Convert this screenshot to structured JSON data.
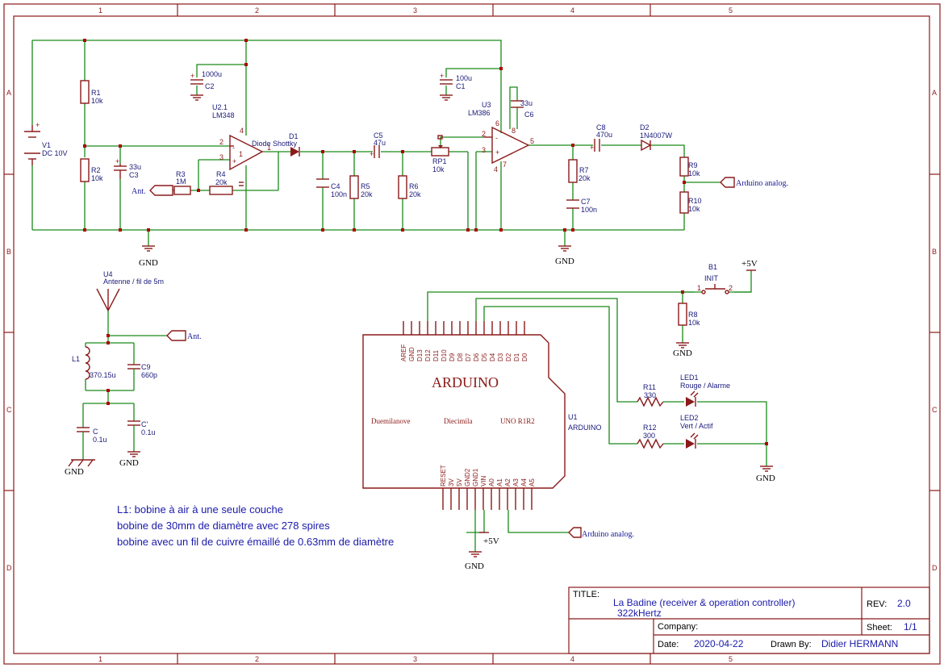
{
  "zones": {
    "columns": [
      "1",
      "2",
      "3",
      "4",
      "5"
    ],
    "rows": [
      "A",
      "B",
      "C",
      "D"
    ]
  },
  "components": {
    "v1": {
      "ref": "V1",
      "value": "DC 10V"
    },
    "r1": {
      "ref": "R1",
      "value": "10k"
    },
    "r2": {
      "ref": "R2",
      "value": "10k"
    },
    "c3": {
      "ref": "C3",
      "value": "33u"
    },
    "c2": {
      "ref": "C2",
      "value": "1000u"
    },
    "u21": {
      "ref": "U2.1",
      "value": "LM348"
    },
    "r3": {
      "ref": "R3",
      "value": "1M"
    },
    "r4": {
      "ref": "R4",
      "value": "20k"
    },
    "d1": {
      "ref": "D1",
      "value": "Diode Shottky"
    },
    "c5": {
      "ref": "C5",
      "value": "47u"
    },
    "c4": {
      "ref": "C4",
      "value": "100n"
    },
    "r5": {
      "ref": "R5",
      "value": "20k"
    },
    "r6": {
      "ref": "R6",
      "value": "20k"
    },
    "rp1": {
      "ref": "RP1",
      "value": "10k"
    },
    "c1": {
      "ref": "C1",
      "value": "100u"
    },
    "u3": {
      "ref": "U3",
      "value": "LM386"
    },
    "c6": {
      "ref": "C6",
      "value": "33u"
    },
    "c8": {
      "ref": "C8",
      "value": "470u"
    },
    "d2": {
      "ref": "D2",
      "value": "1N4007W"
    },
    "r7": {
      "ref": "R7",
      "value": "20k"
    },
    "c7": {
      "ref": "C7",
      "value": "100n"
    },
    "r9": {
      "ref": "R9",
      "value": "10k"
    },
    "r10": {
      "ref": "R10",
      "value": "10k"
    },
    "u4": {
      "ref": "U4",
      "value": "Antenne / fil de 5m"
    },
    "l1": {
      "ref": "L1",
      "value": "370.15u"
    },
    "c9": {
      "ref": "C9",
      "value": "660p"
    },
    "c": {
      "ref": "C",
      "value": "0.1u"
    },
    "cp": {
      "ref": "C'",
      "value": "0.1u"
    },
    "b1": {
      "ref": "B1",
      "value": "INIT"
    },
    "r8": {
      "ref": "R8",
      "value": "10k"
    },
    "r11": {
      "ref": "R11",
      "value": "330"
    },
    "r12": {
      "ref": "R12",
      "value": "300"
    },
    "led1": {
      "ref": "LED1",
      "value": "Rouge / Alarme"
    },
    "led2": {
      "ref": "LED2",
      "value": "Vert / Actif"
    },
    "u1": {
      "ref": "U1",
      "value": "ARDUINO"
    }
  },
  "pins": {
    "opamp_minus": "2",
    "opamp_plus": "3",
    "opamp_out": "1",
    "opamp_vcc": "4",
    "u3_in_minus": "2",
    "u3_in_plus": "3",
    "u3_out": "5",
    "u3_vs": "6",
    "u3_byp": "7",
    "u3_gain": "8",
    "u3_gnd": "4",
    "b1_a": "1",
    "b1_b": "2"
  },
  "nets": {
    "gnd": "GND",
    "ant": "Ant.",
    "arduino_analog": "Arduino analog.",
    "plus5v": "+5V"
  },
  "arduino": {
    "title": "ARDUINO",
    "variants": [
      "Duemilanove",
      "Diecimila",
      "UNO R1R2"
    ],
    "top_pins": [
      "AREF",
      "GND",
      "D13",
      "D12",
      "D11",
      "D10",
      "D9",
      "D8",
      "D7",
      "D6",
      "D5",
      "D4",
      "D3",
      "D2",
      "D1",
      "D0"
    ],
    "bottom_pins": [
      "RESET",
      "3V",
      "5V",
      "GND2",
      "GND1",
      "VIN",
      "A0",
      "A1",
      "A2",
      "A3",
      "A4",
      "A5"
    ]
  },
  "notes": [
    "L1: bobine à air à une seule couche",
    "bobine de 30mm de diamètre avec 278 spires",
    "bobine avec un fil de cuivre émaillé de 0.63mm de diamètre"
  ],
  "title_block": {
    "title_label": "TITLE:",
    "title_line1": "La Badine (receiver & operation controller)",
    "title_line2": "322kHertz",
    "rev_label": "REV:",
    "rev": "2.0",
    "company_label": "Company:",
    "company": "",
    "sheet_label": "Sheet:",
    "sheet": "1/1",
    "date_label": "Date:",
    "date": "2020-04-22",
    "drawn_label": "Drawn By:",
    "drawn_by": "Didier HERMANN"
  }
}
